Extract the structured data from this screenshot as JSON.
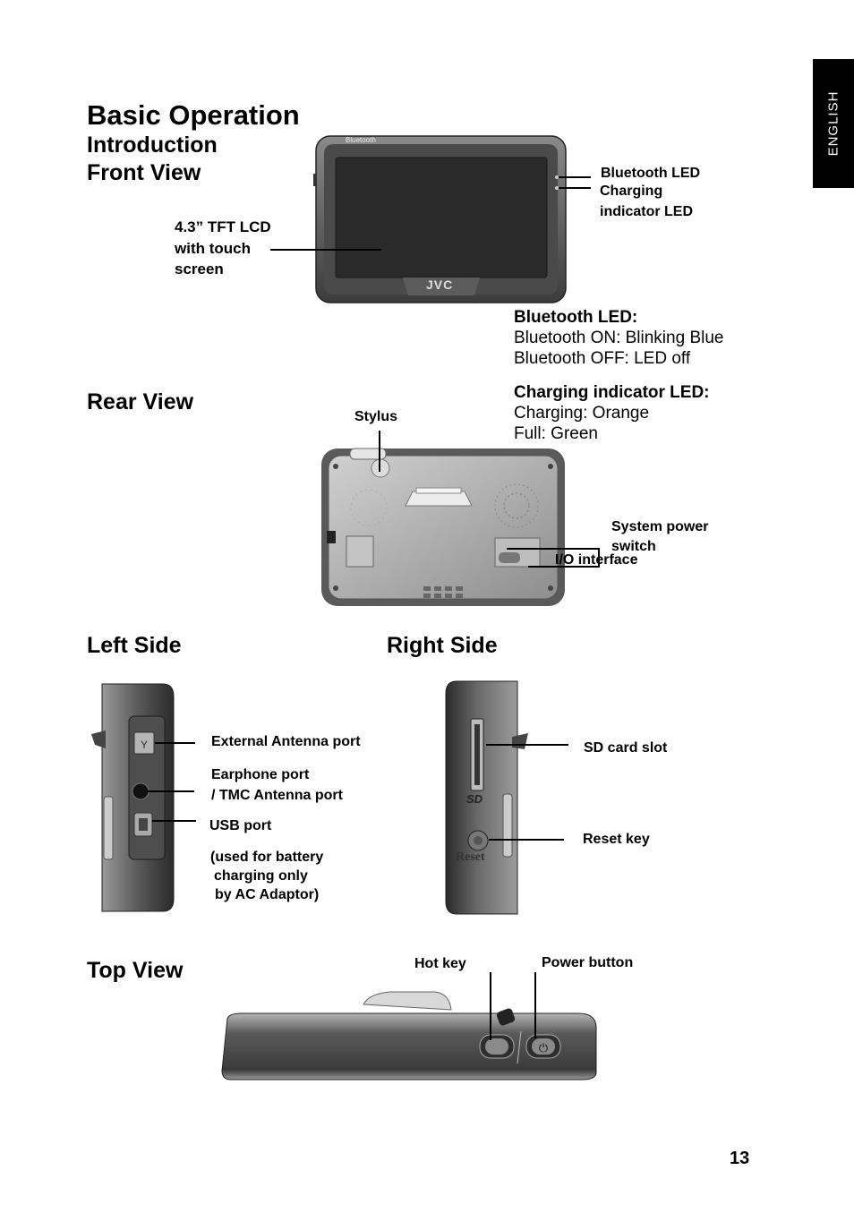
{
  "side_tab": "ENGLISH",
  "title": "Basic Operation",
  "sections": {
    "intro": "Introduction",
    "front": "Front View",
    "rear": "Rear View",
    "left": "Left Side",
    "right": "Right Side",
    "top": "Top View"
  },
  "front": {
    "bt_text": "Bluetooth",
    "brand": "JVC",
    "lcd_label_1": "4.3” TFT LCD",
    "lcd_label_2": "with touch",
    "lcd_label_3": "screen",
    "bt_led": "Bluetooth LED",
    "charge_led_1": "Charging",
    "charge_led_2": "indicator LED"
  },
  "info": {
    "bt_head": "Bluetooth LED:",
    "bt_on": "Bluetooth ON: Blinking Blue",
    "bt_off": "Bluetooth OFF: LED off",
    "ch_head": "Charging indicator LED:",
    "ch_orange": "Charging: Orange",
    "ch_full": "Full: Green"
  },
  "rear": {
    "stylus": "Stylus",
    "power_switch_1": "System power",
    "power_switch_2": "switch",
    "io": "I/O interface"
  },
  "left": {
    "antenna": "External Antenna port",
    "earphone_1": "Earphone port",
    "earphone_2": "/ TMC Antenna port",
    "usb": "USB port",
    "usb_note_1": "(used for battery",
    "usb_note_2": "charging only",
    "usb_note_3": "by AC Adaptor)"
  },
  "right": {
    "sd": "SD card slot",
    "reset_key": "Reset key",
    "reset_print": "Reset"
  },
  "top": {
    "hot_key": "Hot key",
    "power": "Power button"
  },
  "page_number": "13"
}
